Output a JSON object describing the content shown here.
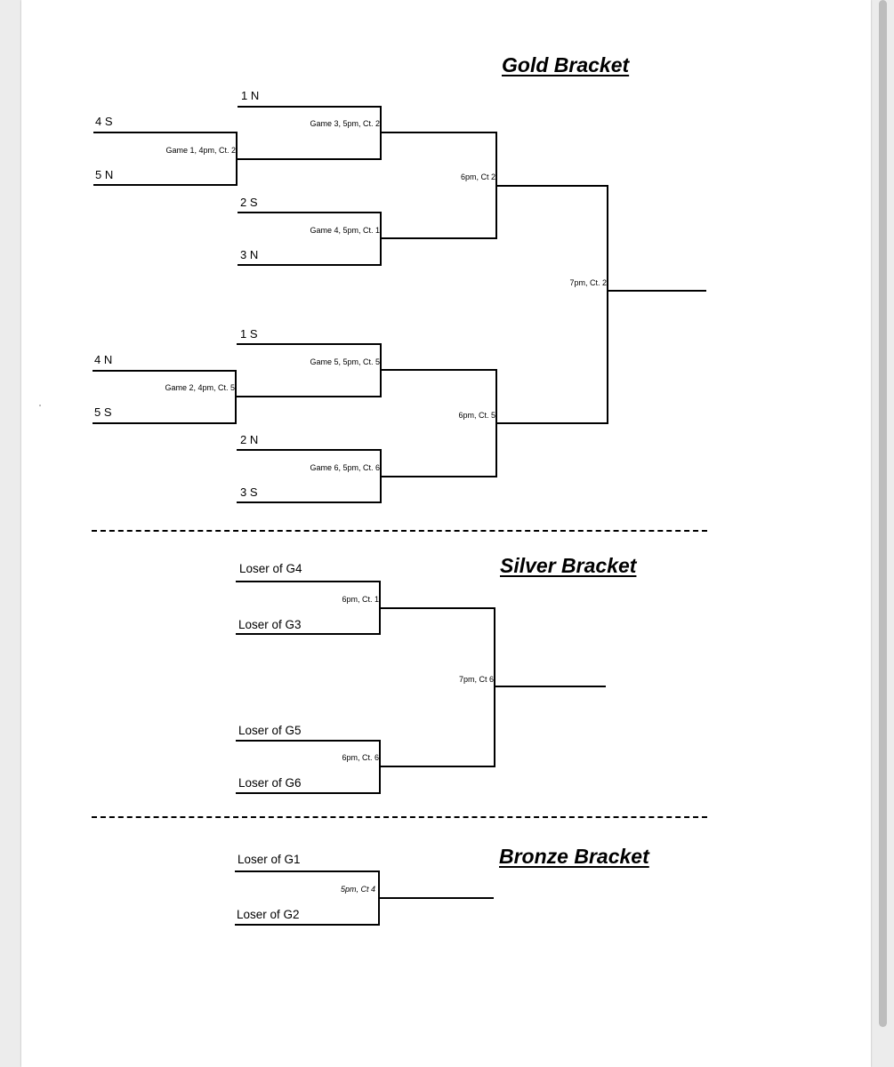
{
  "titles": {
    "gold": "Gold Bracket",
    "silver": "Silver Bracket",
    "bronze": "Bronze Bracket"
  },
  "gold": {
    "teams": {
      "t1n_a": "1 N",
      "t4s": "4 S",
      "t5n": "5 N",
      "t2s": "2 S",
      "t3n": "3 N",
      "t1s": "1 S",
      "t4n": "4 N",
      "t5s": "5 S",
      "t2n": "2 N",
      "t3s": "3 S"
    },
    "games": {
      "g1": "Game 1, 4pm, Ct. 2",
      "g2": "Game 2, 4pm, Ct. 5",
      "g3": "Game 3, 5pm, Ct. 2",
      "g4": "Game 4, 5pm, Ct. 1",
      "g5": "Game 5, 5pm, Ct. 5",
      "g6": "Game 6, 5pm, Ct. 6",
      "semi_top": "6pm, Ct 2",
      "semi_bottom": "6pm, Ct. 5",
      "final": "7pm, Ct. 2"
    }
  },
  "silver": {
    "teams": {
      "lg4": "Loser of G4",
      "lg3": "Loser of G3",
      "lg5": "Loser of G5",
      "lg6": "Loser of G6"
    },
    "games": {
      "semi_top": "6pm, Ct. 1",
      "semi_bottom": "6pm, Ct. 6",
      "final": "7pm, Ct 6"
    }
  },
  "bronze": {
    "teams": {
      "lg1": "Loser of G1",
      "lg2": "Loser of G2"
    },
    "games": {
      "final": "5pm, Ct 4"
    }
  }
}
